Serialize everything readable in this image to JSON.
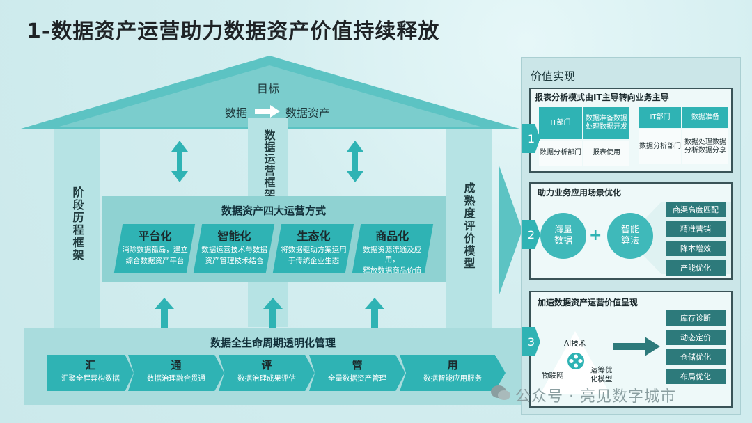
{
  "title": "1-数据资产运营助力数据资产价值持续释放",
  "house": {
    "goal_label": "目标",
    "goal_from": "数据",
    "goal_to": "数据资产",
    "left_pillar": "阶段历程框架",
    "center_pillar": "数据运营框架",
    "right_pillar": "成熟度评价模型",
    "ops_title": "数据资产四大运营方式",
    "ops": [
      {
        "title": "平台化",
        "desc1": "消除数据孤岛，建立",
        "desc2": "综合数据资产平台"
      },
      {
        "title": "智能化",
        "desc1": "数据运营技术与数据",
        "desc2": "资产管理技术结合"
      },
      {
        "title": "生态化",
        "desc1": "将数据驱动方案运用",
        "desc2": "于传统企业生态"
      },
      {
        "title": "商品化",
        "desc1": "数据资源流通及应用，",
        "desc2": "释放数据商品价值"
      }
    ],
    "base_title": "数据全生命周期透明化管理",
    "stages": [
      {
        "title": "汇",
        "desc": "汇聚全程异构数据"
      },
      {
        "title": "通",
        "desc": "数据治理融合贯通"
      },
      {
        "title": "评",
        "desc": "数据治理成果评估"
      },
      {
        "title": "管",
        "desc": "全量数据资产管理"
      },
      {
        "title": "用",
        "desc": "数据智能应用服务"
      }
    ]
  },
  "value": {
    "title": "价值实现",
    "box1": {
      "num": "1",
      "title": "报表分析模式由IT主导转向业务主导",
      "left": {
        "a": "IT部门",
        "b": "数据准备数据处理数据开发",
        "c": "数据分析部门",
        "d": "报表使用"
      },
      "right": {
        "a": "IT部门",
        "b": "数据准备",
        "c": "数据分析部门",
        "d": "数据处理数据分析数据分享"
      }
    },
    "box2": {
      "num": "2",
      "title": "助力业务应用场景优化",
      "c1": "海量数据",
      "plus": "+",
      "c2": "智能算法",
      "tags": [
        "商渠高度匹配",
        "精准营销",
        "降本增效",
        "产能优化"
      ]
    },
    "box3": {
      "num": "3",
      "title": "加速数据资产运营价值呈现",
      "ai": "AI技术",
      "iot": "物联网",
      "opt": "运筹优化模型",
      "tags": [
        "库存诊断",
        "动态定价",
        "仓储优化",
        "布局优化"
      ]
    }
  },
  "watermark": "公众号 · 亮见数字城市",
  "colors": {
    "teal": "#2fb3b4",
    "light_teal": "#8fd2d2",
    "dark_tag": "#2d7a7b",
    "bg": "#d5eef0"
  }
}
